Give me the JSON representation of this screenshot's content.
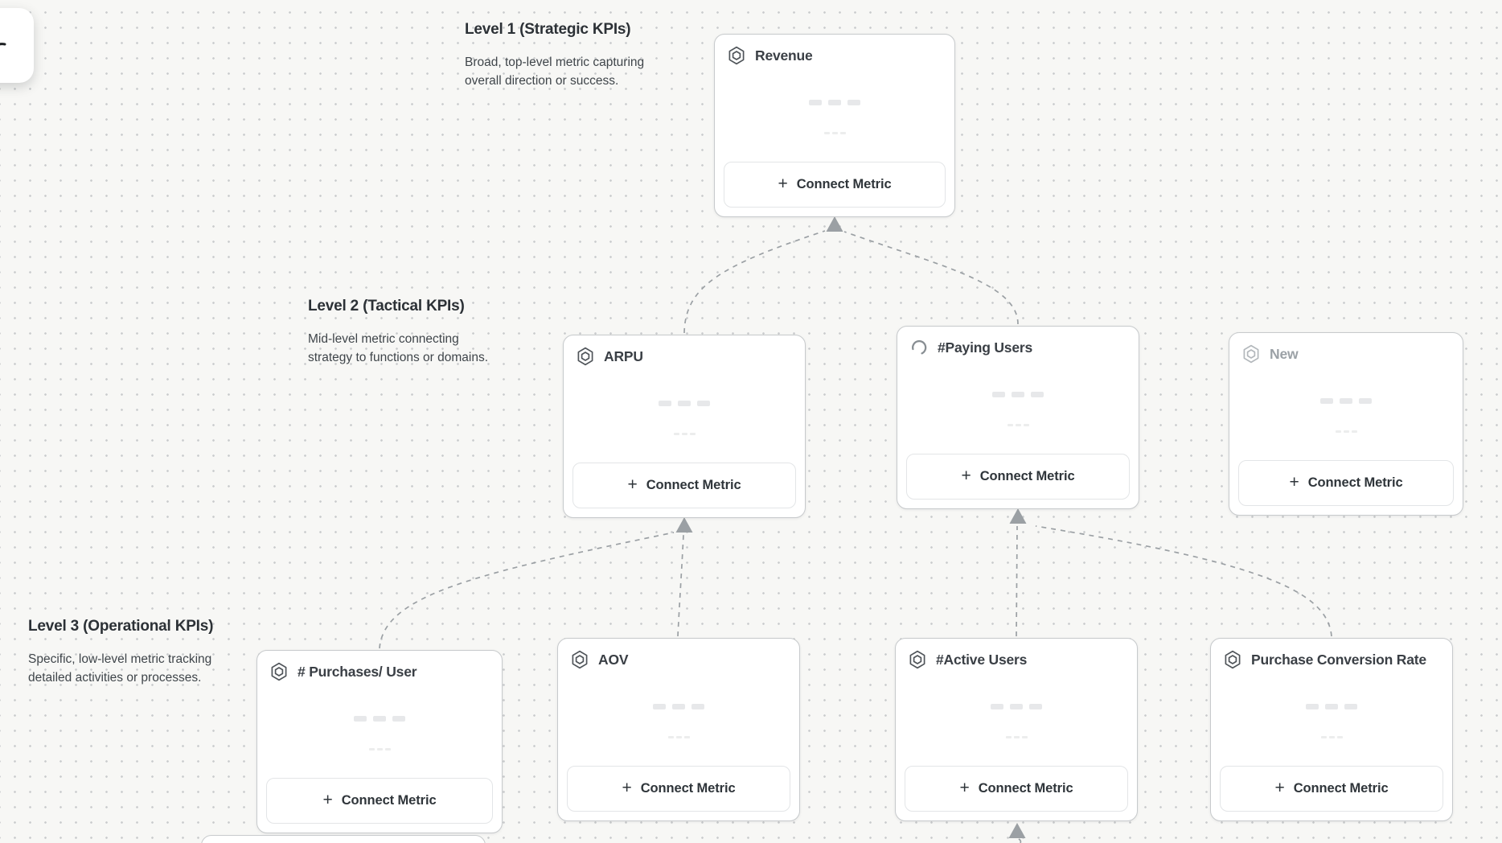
{
  "canvas": {
    "background_color": "#f7f7f5",
    "dot_color": "#c9cbcd",
    "connector_color": "#9ba0a4"
  },
  "levels": [
    {
      "title": "Level 1 (Strategic KPIs)",
      "description_lines": [
        "Broad, top-level metric capturing",
        "overall direction or success."
      ]
    },
    {
      "title": "Level 2 (Tactical KPIs)",
      "description_lines": [
        "Mid-level metric connecting",
        "strategy to functions or domains."
      ]
    },
    {
      "title": "Level 3 (Operational KPIs)",
      "description_lines": [
        "Specific, low-level metric tracking",
        "detailed activities or processes."
      ]
    }
  ],
  "connect_metric_label": "Connect Metric",
  "plus_glyph": "+",
  "cards": [
    {
      "title": "Revenue",
      "icon": "hexagon-icon",
      "state": "default",
      "level": 1
    },
    {
      "title": "ARPU",
      "icon": "hexagon-icon",
      "state": "default",
      "level": 2
    },
    {
      "title": "#Paying Users",
      "icon": "spinner-icon",
      "state": "loading",
      "level": 2
    },
    {
      "title": "New",
      "icon": "hexagon-icon",
      "state": "muted",
      "level": 2
    },
    {
      "title": "# Purchases/ User",
      "icon": "hexagon-icon",
      "state": "default",
      "level": 3
    },
    {
      "title": "AOV",
      "icon": "hexagon-icon",
      "state": "default",
      "level": 3
    },
    {
      "title": "#Active Users",
      "icon": "hexagon-icon",
      "state": "default",
      "level": 3
    },
    {
      "title": "Purchase Conversion Rate",
      "icon": "hexagon-icon",
      "state": "default",
      "level": 3
    }
  ]
}
